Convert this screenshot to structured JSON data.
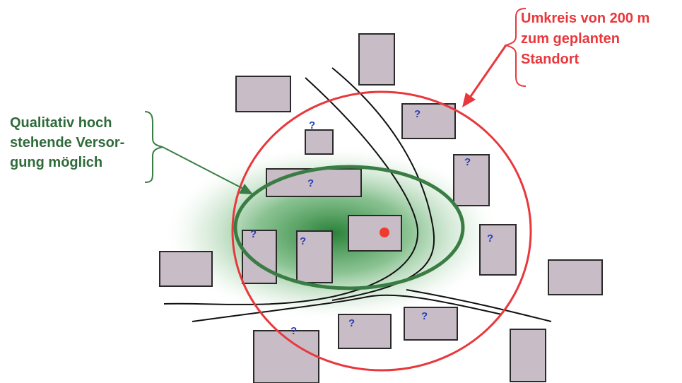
{
  "labels": {
    "radius": [
      "Umkreis von 200 m",
      "zum geplanten",
      "Standort"
    ],
    "supply": [
      "Qualitativ hoch",
      "stehende Versor-",
      "gung möglich"
    ]
  },
  "question_mark": "?",
  "colors": {
    "building_fill": "#c8bcc6",
    "building_stroke": "#2a2a2a",
    "radius_circle": "#e8383c",
    "supply_zone": "#3a7d44",
    "supply_text": "#2f6b3a",
    "radius_text": "#e8383c",
    "question_mark": "#2b3fb5",
    "site_marker": "#ee3b30",
    "roads": "#111111"
  }
}
